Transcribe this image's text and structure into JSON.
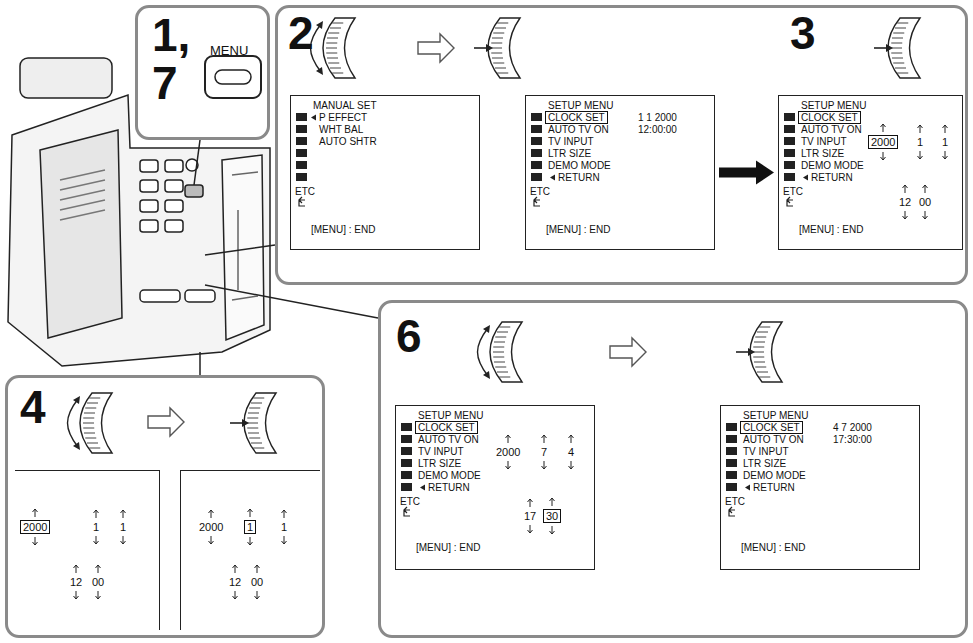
{
  "diagram": {
    "nodes": [
      {
        "text": [
          "1,",
          "7",
          "MENU"
        ]
      },
      {
        "text": [
          "2",
          "3"
        ]
      },
      {
        "text": [
          "MANUAL SET",
          "P EFFECT",
          "WHT BAL",
          "AUTO SHTR",
          "ETC",
          "[MENU] : END"
        ],
        "in": 1
      },
      {
        "text": [
          "SETUP MENU",
          "CLOCK SET",
          "1 1 2000",
          "AUTO TV ON",
          "12:00:00",
          "TV INPUT",
          "LTR SIZE",
          "DEMO MODE",
          "RETURN",
          "ETC",
          "[MENU] : END"
        ],
        "in": 1
      },
      {
        "text": [
          "SETUP MENU",
          "CLOCK SET",
          "AUTO TV ON",
          "TV INPUT",
          "2000",
          "1",
          "1",
          "LTR SIZE",
          "DEMO MODE",
          "RETURN",
          "12",
          "00",
          "ETC",
          "[MENU] : END"
        ],
        "in": 1
      },
      {
        "text": [
          "6"
        ]
      },
      {
        "text": [
          "SETUP MENU",
          "CLOCK SET",
          "AUTO TV ON",
          "TV INPUT",
          "2000",
          "7",
          "4",
          "LTR SIZE",
          "DEMO MODE",
          "RETURN",
          "17",
          "30",
          "ETC",
          "[MENU] : END"
        ],
        "in": 5
      },
      {
        "text": [
          "SETUP MENU",
          "CLOCK SET",
          "4 7 2000",
          "AUTO TV ON",
          "17:30:00",
          "TV INPUT",
          "LTR SIZE",
          "DEMO MODE",
          "RETURN",
          "ETC",
          "[MENU] : END"
        ],
        "in": 5
      },
      {
        "text": [
          "4"
        ]
      },
      {
        "text": [
          "2000",
          "1",
          "1",
          "12",
          "00"
        ],
        "in": 8
      },
      {
        "text": [
          "2000",
          "1",
          "1",
          "12",
          "00"
        ],
        "in": 8
      }
    ],
    "edges": [
      {
        "from": 3,
        "to": 4,
        "arrow": "to"
      }
    ]
  }
}
